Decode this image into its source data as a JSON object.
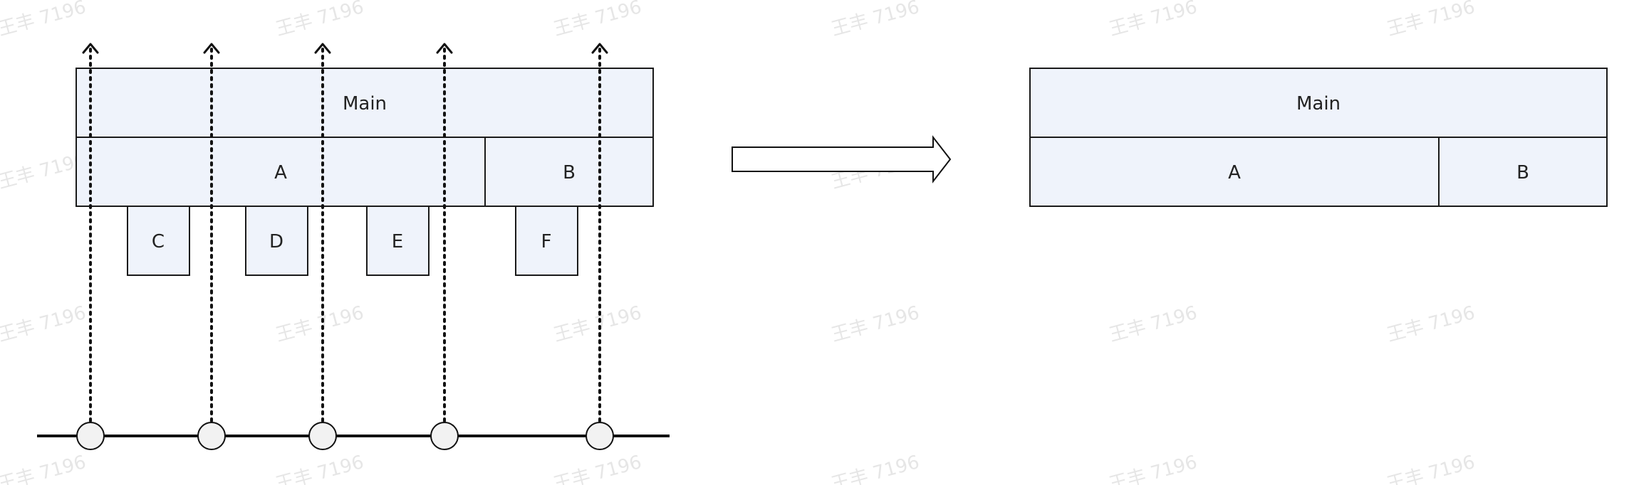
{
  "diagram": {
    "watermark_text": "王丰 7196",
    "before": {
      "main_label": "Main",
      "a_label": "A",
      "b_label": "B",
      "c_label": "C",
      "d_label": "D",
      "e_label": "E",
      "f_label": "F"
    },
    "after": {
      "main_label": "Main",
      "a_label": "A",
      "b_label": "B"
    },
    "colors": {
      "box_fill": "#eff3fb",
      "stroke": "#1a1a1a"
    }
  }
}
